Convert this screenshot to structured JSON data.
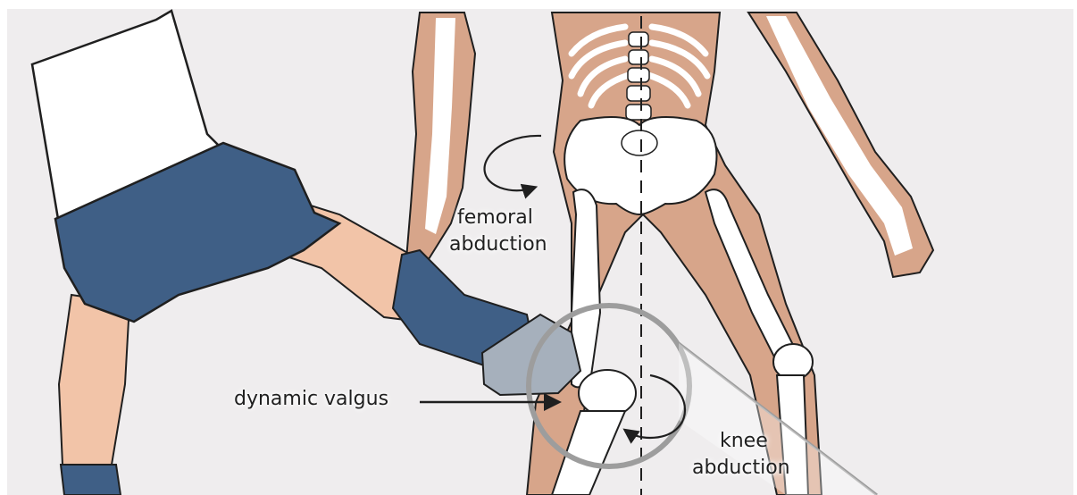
{
  "labels": {
    "femoral_line1": "femoral",
    "femoral_line2": "abduction",
    "dynamic_valgus": "dynamic valgus",
    "knee_line1": "knee",
    "knee_line2": "abduction"
  },
  "colors": {
    "background": "#efedee",
    "skin": "#d7a58a",
    "skin_light": "#f2c4a8",
    "bone": "#ffffff",
    "shorts": "#3f5f86",
    "shoe": "#a6b0bc",
    "outline": "#1f1f1f",
    "magnifier": "#9d9d9d"
  },
  "icons": [
    "curved-arrow-icon",
    "arrow-right-icon",
    "dashed-midline-icon",
    "magnifier-circle-icon"
  ]
}
